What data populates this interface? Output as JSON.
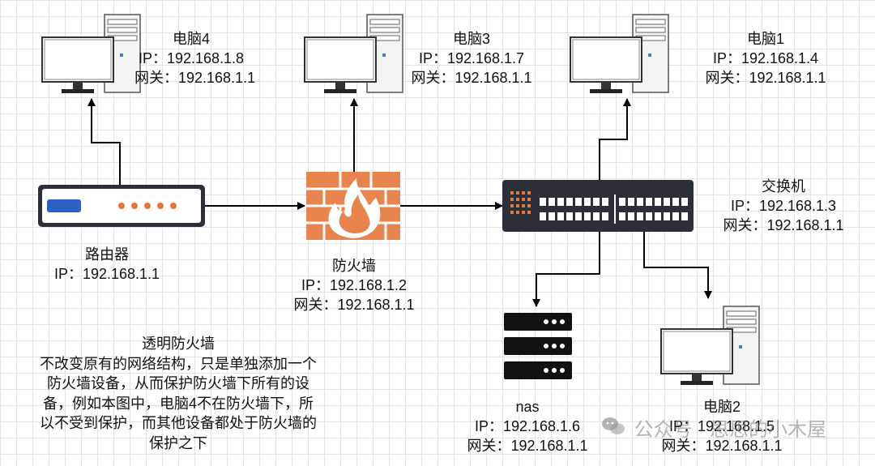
{
  "nodes": {
    "pc4": {
      "name": "电脑4",
      "ip": "IP：192.168.1.8",
      "gateway": "网关：192.168.1.1"
    },
    "pc3": {
      "name": "电脑3",
      "ip": "IP：192.168.1.7",
      "gateway": "网关：192.168.1.1"
    },
    "pc1": {
      "name": "电脑1",
      "ip": "IP：192.168.1.4",
      "gateway": "网关：192.168.1.1"
    },
    "router": {
      "name": "路由器",
      "ip": "IP：192.168.1.1"
    },
    "firewall": {
      "name": "防火墙",
      "ip": "IP：192.168.1.2",
      "gateway": "网关：192.168.1.1"
    },
    "switch": {
      "name": "交换机",
      "ip": "IP：192.168.1.3",
      "gateway": "网关：192.168.1.1"
    },
    "nas": {
      "name": "nas",
      "ip": "IP：192.168.1.6",
      "gateway": "网关：192.168.1.1"
    },
    "pc2": {
      "name": "电脑2",
      "ip": "IP：192.168.1.5",
      "gateway": "网关：192.168.1.1"
    }
  },
  "note": {
    "title": "透明防火墙",
    "lines": [
      "不改变原有的网络结构，只是单独添加一个",
      "防火墙设备，从而保护防火墙下所有的设",
      "备，例如本图中，电脑4不在防火墙下，所",
      "以不受到保护，而其他设备都处于防火墙的",
      "保护之下"
    ]
  },
  "watermark": {
    "icon": "wechat-icon",
    "text": "公众号 · 思思的小木屋"
  },
  "colors": {
    "firewall": "#e8854f",
    "device_dark": "#2b2f38",
    "router_blue": "#2e5fc4",
    "router_orange": "#e07b39",
    "switch_port": "#ffffff",
    "line": "#000000"
  }
}
